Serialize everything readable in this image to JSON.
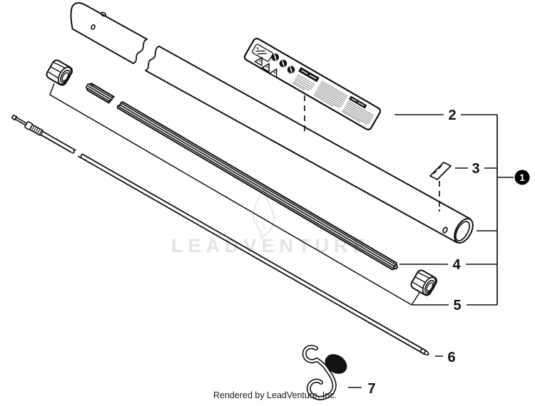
{
  "watermark": {
    "text": "LEADVENTURE",
    "logo_icon": "leadventure-flame-icon",
    "color": "#e4e4e4"
  },
  "footer": {
    "credit": "Rendered by LeadVenture, Inc."
  },
  "colors": {
    "ink": "#111111",
    "label_text_gray": "#a6a6a6",
    "callout_fill": "#000000"
  },
  "callouts": [
    {
      "label": "1",
      "marker": "filled-circle",
      "refers_to": "complete-shaft-assembly"
    },
    {
      "label": "2",
      "refers_to": "upper-drive-tube-with-warning-label"
    },
    {
      "label": "3",
      "refers_to": "decal-plate"
    },
    {
      "label": "4",
      "refers_to": "drive-shaft-liner"
    },
    {
      "label": "5",
      "refers_to": "bushings"
    },
    {
      "label": "6",
      "refers_to": "flexible-drive-shaft"
    },
    {
      "label": "7",
      "refers_to": "hanger-hook"
    }
  ]
}
